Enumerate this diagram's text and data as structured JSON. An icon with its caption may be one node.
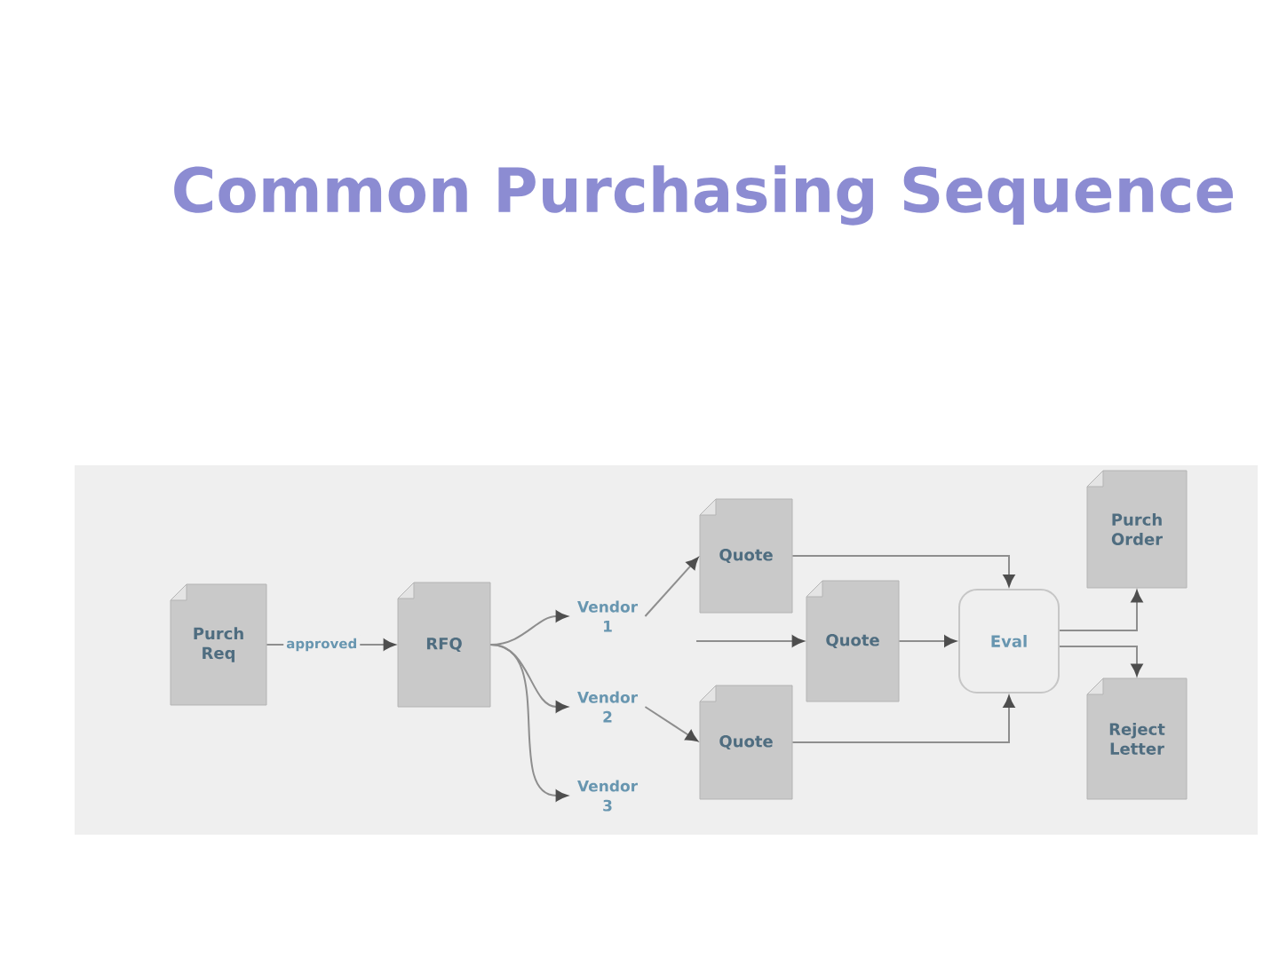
{
  "diagram": {
    "title": "Common Purchasing Sequence",
    "nodes": [
      {
        "text": [
          "Purch Req"
        ]
      },
      {
        "text": [
          "RFQ"
        ]
      },
      {
        "text": [
          "Vendor 1"
        ]
      },
      {
        "text": [
          "Vendor 2"
        ]
      },
      {
        "text": [
          "Vendor 3"
        ]
      },
      {
        "text": [
          "Quote"
        ]
      },
      {
        "text": [
          "Quote"
        ]
      },
      {
        "text": [
          "Quote"
        ]
      },
      {
        "text": [
          "Eval"
        ]
      },
      {
        "text": [
          "Purch Order"
        ]
      },
      {
        "text": [
          "Reject Letter"
        ]
      }
    ],
    "edges": [
      {
        "from": 0,
        "to": 1,
        "arrow": "to",
        "label": "approved"
      },
      {
        "from": 1,
        "to": 2,
        "arrow": "to"
      },
      {
        "from": 1,
        "to": 3,
        "arrow": "to"
      },
      {
        "from": 1,
        "to": 4,
        "arrow": "to"
      },
      {
        "from": 2,
        "to": 5,
        "arrow": "to"
      },
      {
        "from": null,
        "to": 6,
        "arrow": "to"
      },
      {
        "from": 3,
        "to": 7,
        "arrow": "to"
      },
      {
        "from": 5,
        "to": 8,
        "arrow": "to"
      },
      {
        "from": 6,
        "to": 8,
        "arrow": "to"
      },
      {
        "from": 7,
        "to": 8,
        "arrow": "to"
      },
      {
        "from": 8,
        "to": 9,
        "arrow": "to"
      },
      {
        "from": 8,
        "to": 10,
        "arrow": "to"
      }
    ]
  }
}
